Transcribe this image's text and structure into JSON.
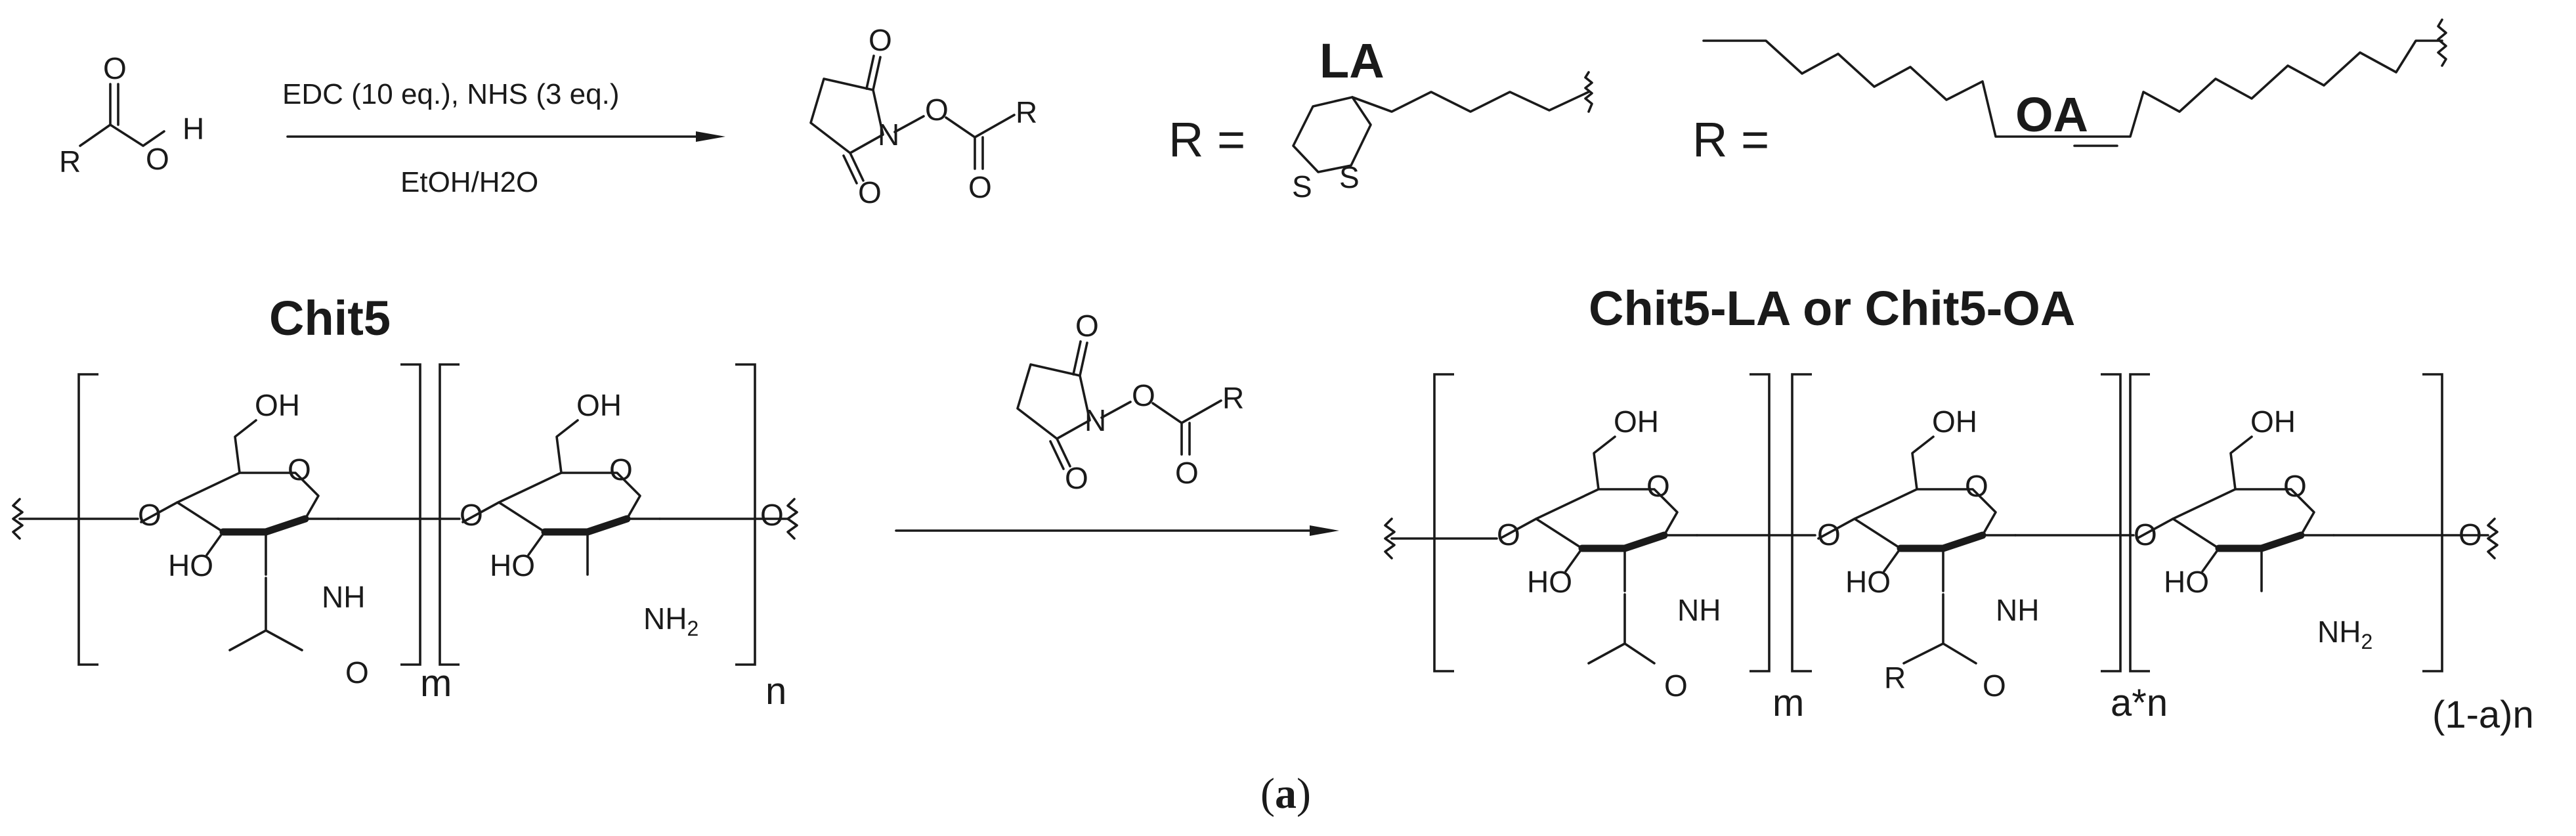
{
  "reaction1": {
    "conditions_top": "EDC (10 eq.), NHS (3 eq.)",
    "conditions_bottom": "EtOH/H2O"
  },
  "substituents": {
    "r_equals": "R =",
    "la_label": "LA",
    "oa_label": "OA"
  },
  "reaction2": {
    "reactant_title": "Chit5",
    "product_title": "Chit5-LA or Chit5-OA",
    "reactant_m": "m",
    "reactant_n": "n",
    "product_m": "m",
    "product_an": "a*n",
    "product_1an": "(1-a)n"
  },
  "caption": {
    "open": "(",
    "letter": "a",
    "close": ")"
  }
}
